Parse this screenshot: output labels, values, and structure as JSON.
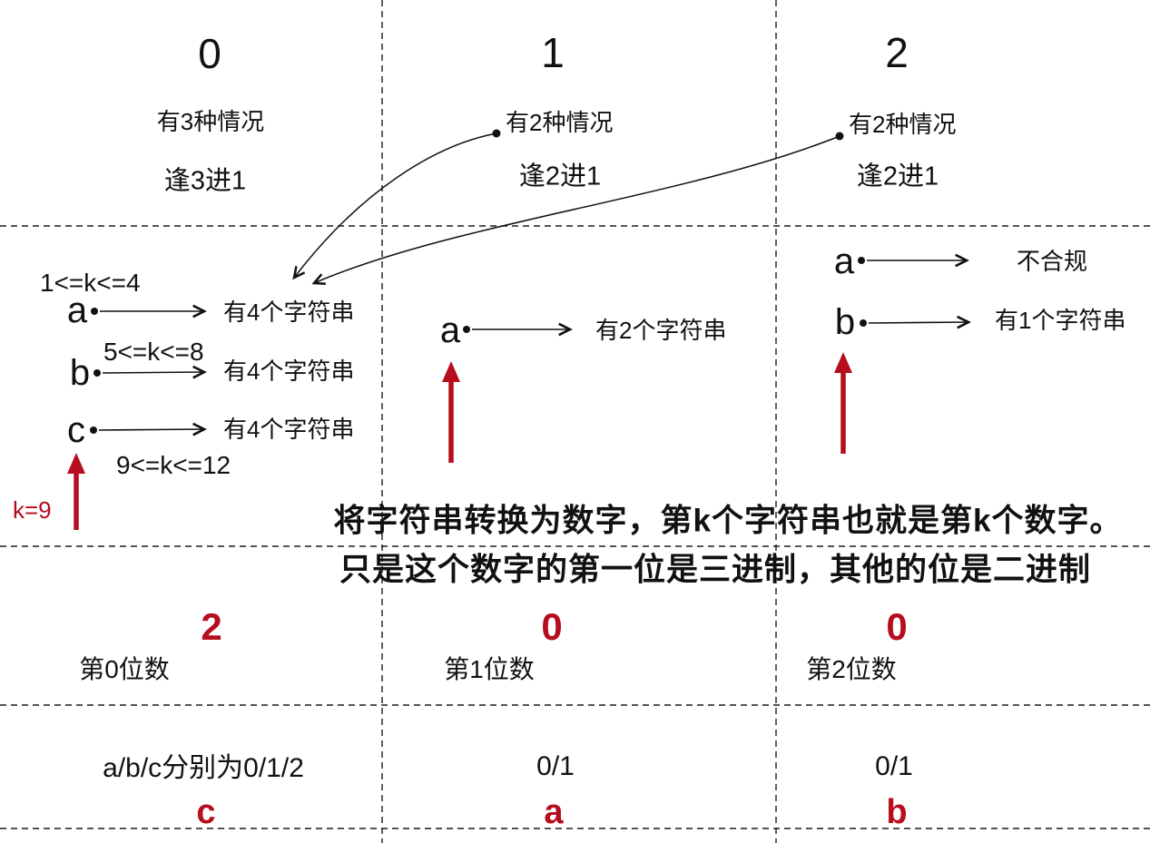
{
  "colors": {
    "ink": "#111111",
    "accent_red": "#b60d1f"
  },
  "headers": {
    "digits": [
      "0",
      "1",
      "2"
    ]
  },
  "top_row": {
    "col0": {
      "cases": "有3种情况",
      "carry": "逢3进1"
    },
    "col1": {
      "cases": "有2种情况",
      "carry": "逢2进1"
    },
    "col2": {
      "cases": "有2种情况",
      "carry": "逢2进1"
    }
  },
  "middle_row": {
    "col0": {
      "range_a": "1<=k<=4",
      "range_b": "5<=k<=8",
      "range_c": "9<=k<=12",
      "items": [
        {
          "letter": "a",
          "result": "有4个字符串"
        },
        {
          "letter": "b",
          "result": "有4个字符串"
        },
        {
          "letter": "c",
          "result": "有4个字符串"
        }
      ],
      "pointer_label": "k=9"
    },
    "col1": {
      "items": [
        {
          "letter": "a",
          "result": "有2个字符串"
        }
      ]
    },
    "col2": {
      "items": [
        {
          "letter": "a",
          "result": "不合规"
        },
        {
          "letter": "b",
          "result": "有1个字符串"
        }
      ]
    }
  },
  "note": {
    "line1": "将字符串转换为数字，第k个字符串也就是第k个数字。",
    "line2": "只是这个数字的第一位是三进制，其他的位是二进制"
  },
  "digit_row": {
    "values": [
      "2",
      "0",
      "0"
    ],
    "labels": [
      "第0位数",
      "第1位数",
      "第2位数"
    ]
  },
  "mapping_row": {
    "mappings": [
      "a/b/c分别为0/1/2",
      "0/1",
      "0/1"
    ],
    "letters": [
      "c",
      "a",
      "b"
    ]
  }
}
